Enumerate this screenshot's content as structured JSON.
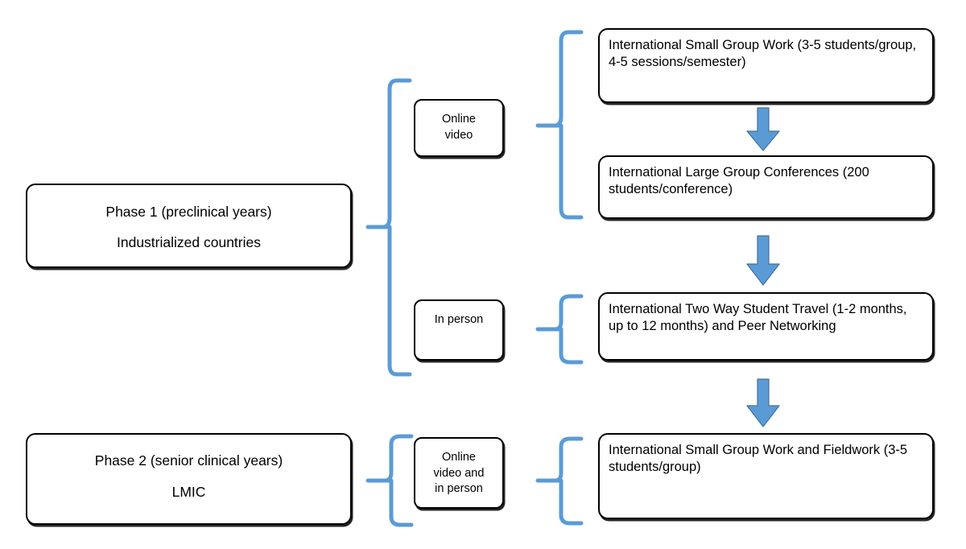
{
  "diagram": {
    "title": "Two-phase international medical education program flow",
    "colors": {
      "box_border": "#000000",
      "box_fill": "#ffffff",
      "brace_blue": "#5b9bd5",
      "arrow_blue": "#5b9bd5",
      "arrow_stroke": "#41719c",
      "text": "#000000"
    },
    "phases": [
      {
        "id": "phase-1",
        "line_1": "Phase 1 (preclinical years)",
        "line_2": "Industrialized countries"
      },
      {
        "id": "phase-2",
        "line_1": "Phase 2 (senior clinical years)",
        "line_2": "LMIC"
      }
    ],
    "modalities": [
      {
        "id": "modality-online-video",
        "label": "Online\nvideo"
      },
      {
        "id": "modality-in-person",
        "label": "In person"
      },
      {
        "id": "modality-online-video-and-in-person",
        "label": "Online\nvideo  and\nin person"
      }
    ],
    "activities": [
      {
        "id": "activity-small-group-work",
        "label": "International Small Group Work (3-5 students/group, 4-5 sessions/semester)"
      },
      {
        "id": "activity-large-group-conferences",
        "label": "International Large Group Conferences  (200 students/conference)"
      },
      {
        "id": "activity-two-way-student-travel",
        "label": "International Two Way Student Travel (1-2 months, up to 12 months) and Peer Networking"
      },
      {
        "id": "activity-small-group-work-fieldwork",
        "label": "International Small Group Work and Fieldwork (3-5 students/group)"
      }
    ],
    "connectors": {
      "braces": [
        {
          "id": "brace-phase1-to-modalities",
          "orientation": "left-curly"
        },
        {
          "id": "brace-online-video-to-activities",
          "orientation": "left-curly"
        },
        {
          "id": "brace-in-person-to-activity",
          "orientation": "left-curly"
        },
        {
          "id": "brace-phase2-to-modality",
          "orientation": "left-curly"
        },
        {
          "id": "brace-modality-to-activity-phase2",
          "orientation": "left-curly"
        }
      ],
      "arrows": [
        {
          "id": "arrow-small-group-to-large-group",
          "direction": "down"
        },
        {
          "id": "arrow-large-group-to-travel",
          "direction": "down"
        },
        {
          "id": "arrow-travel-to-fieldwork",
          "direction": "down"
        }
      ]
    }
  }
}
